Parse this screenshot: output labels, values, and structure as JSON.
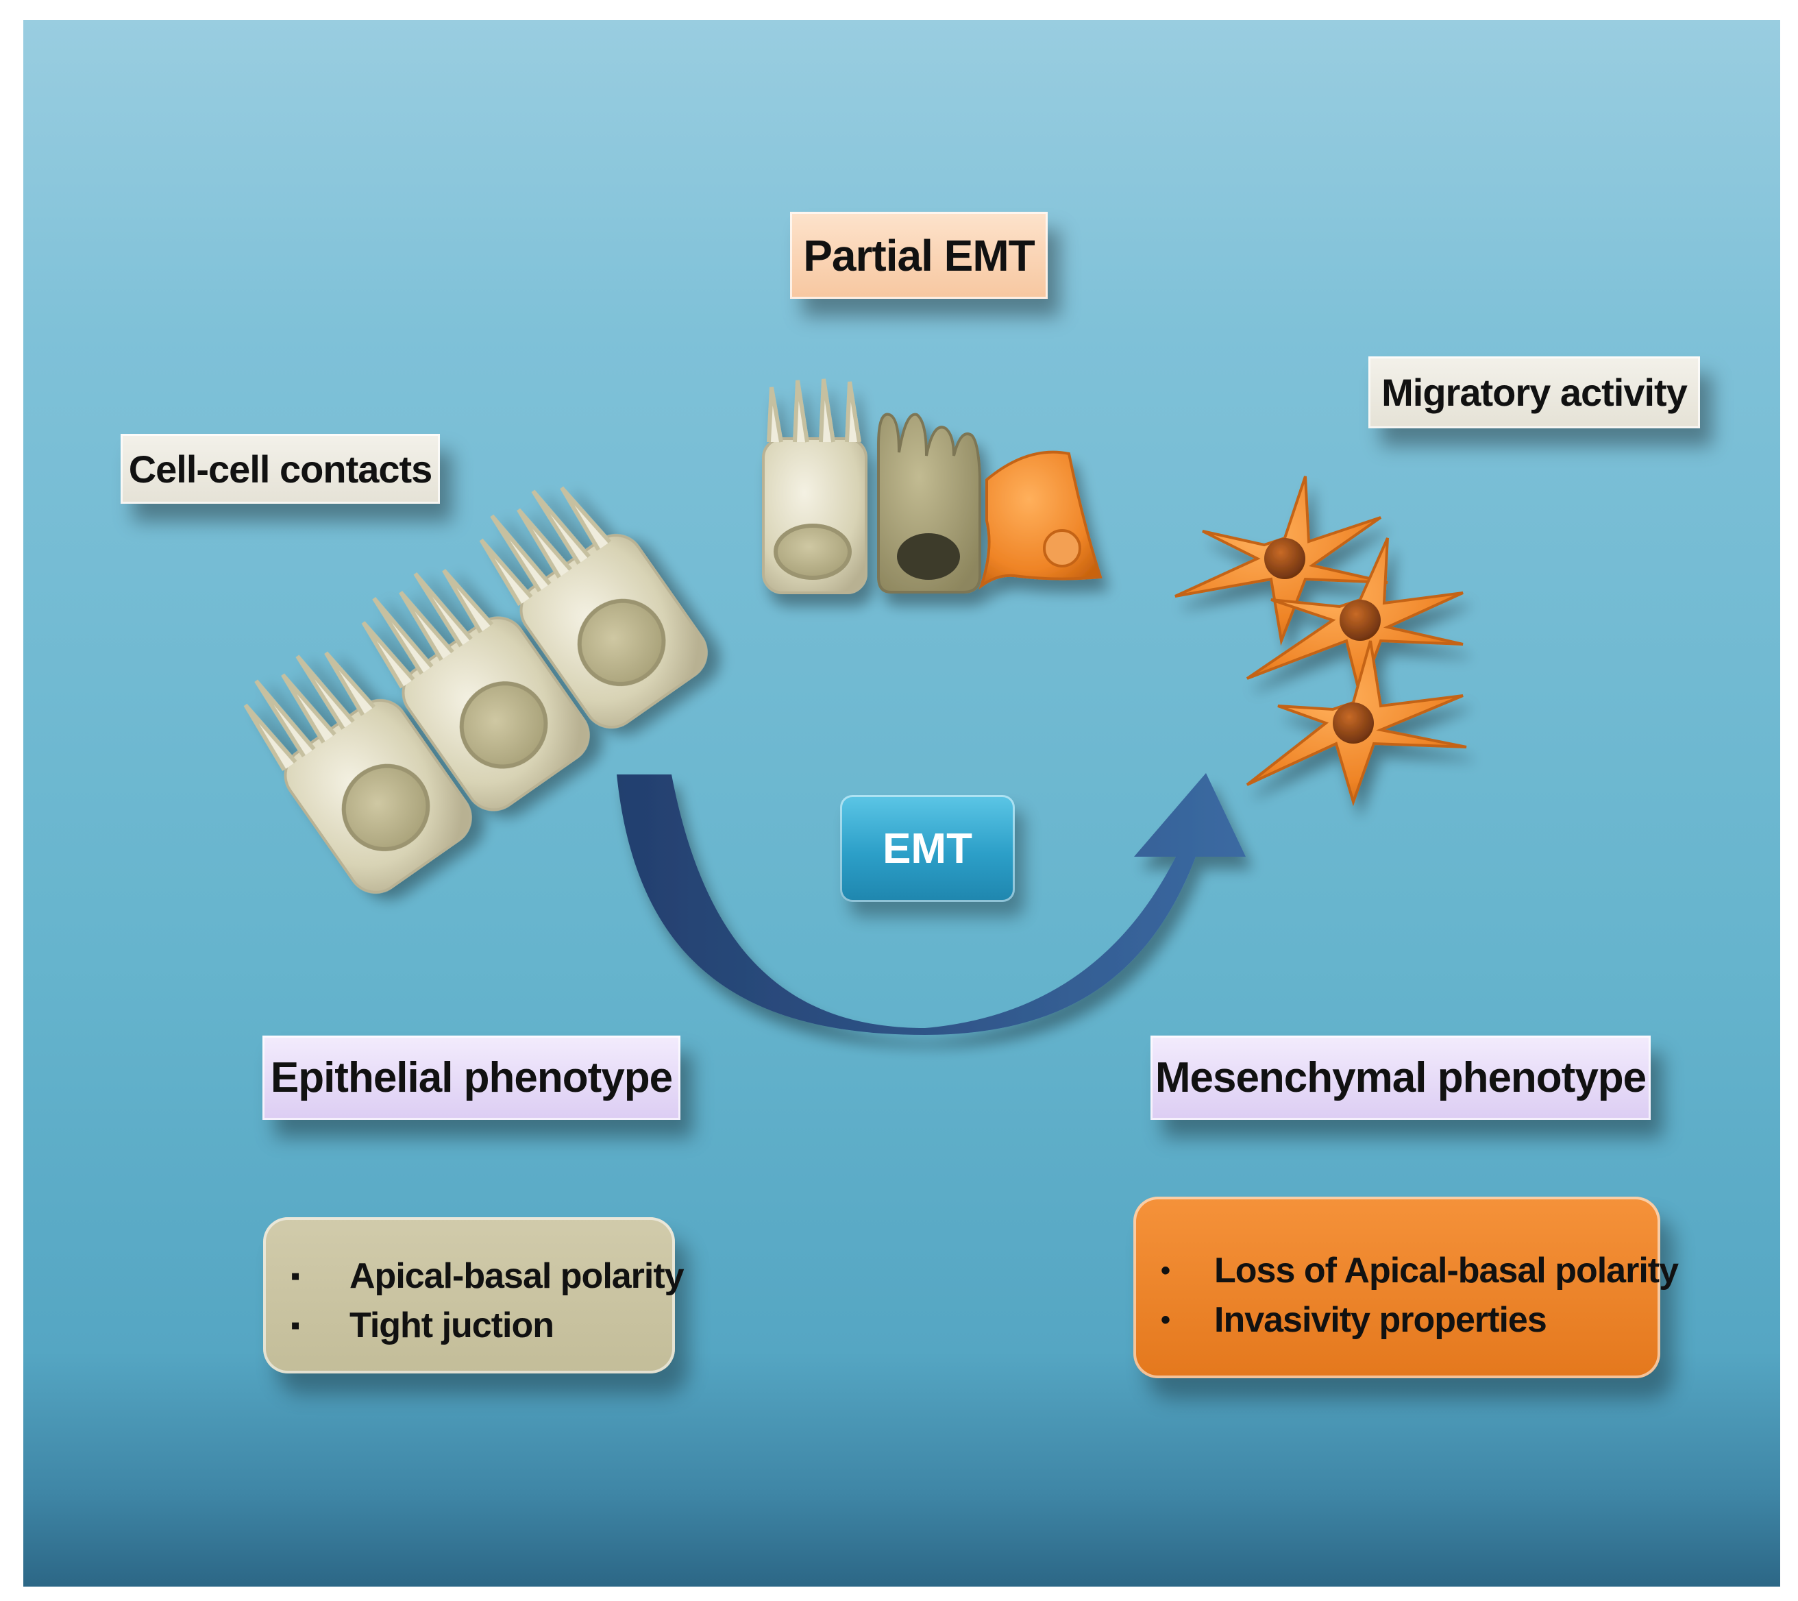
{
  "labels": {
    "cell_contacts": "Cell-cell contacts",
    "partial_emt": "Partial EMT",
    "migratory": "Migratory activity",
    "emt": "EMT",
    "epithelial": "Epithelial phenotype",
    "mesenchymal": "Mesenchymal phenotype"
  },
  "epithelial_features": [
    "Apical-basal polarity",
    "Tight juction"
  ],
  "mesenchymal_features": [
    "Loss of Apical-basal polarity",
    "Invasivity properties"
  ],
  "bullets": {
    "epithelial": "▪",
    "mesenchymal": "•"
  },
  "colors": {
    "epithelial_cell": "#d9d4b7",
    "intermediate_cell": "#a49c72",
    "mesenchymal_cell": "#f0882c",
    "arrow": "#2e5a8e",
    "emt_box": "#2c9fc8"
  }
}
